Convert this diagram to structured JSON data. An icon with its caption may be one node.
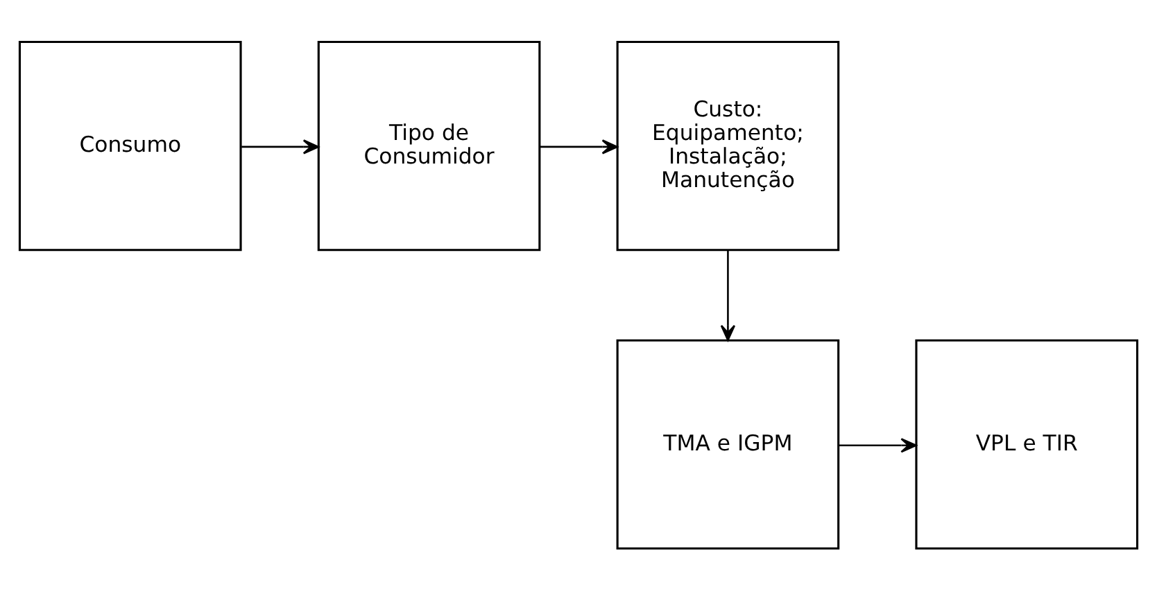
{
  "diagram": {
    "nodes": [
      {
        "text": [
          "Consumo"
        ]
      },
      {
        "text": [
          "Tipo de Consumidor"
        ]
      },
      {
        "text": [
          "Custo: Equipamento; Instalação; Manutenção"
        ]
      },
      {
        "text": [
          "TMA e IGPM"
        ]
      },
      {
        "text": [
          "VPL e TIR"
        ]
      }
    ],
    "edges": [
      {
        "from": 0,
        "to": 1,
        "arrow": "to"
      },
      {
        "from": 1,
        "to": 2,
        "arrow": "to"
      },
      {
        "from": 2,
        "to": 3,
        "arrow": "to"
      },
      {
        "from": 3,
        "to": 4,
        "arrow": "to"
      }
    ]
  }
}
